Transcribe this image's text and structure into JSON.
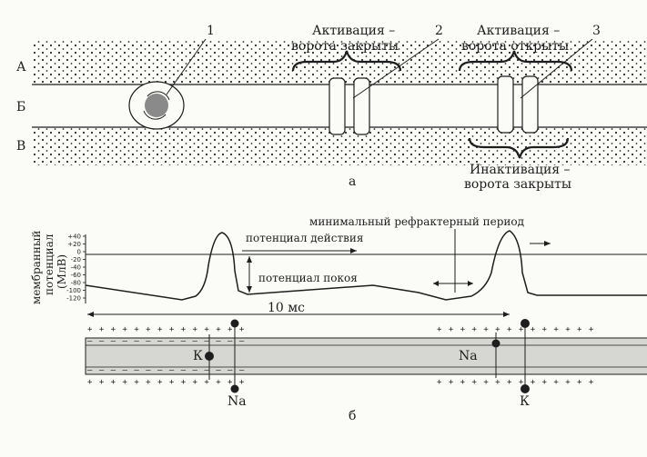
{
  "panel_a": {
    "panel_label": "а",
    "layer_labels": [
      "А",
      "Б",
      "В"
    ],
    "callout_numbers": [
      "1",
      "2",
      "3"
    ],
    "activation_closed": {
      "line1": "Активация –",
      "line2": "ворота закрыты"
    },
    "activation_open": {
      "line1": "Активация –",
      "line2": "ворота открыты"
    },
    "inactivation_closed": {
      "line1": "Инактивация –",
      "line2": "ворота закрыты"
    }
  },
  "panel_b": {
    "panel_label": "б",
    "y_axis_label_line1": "мембранный",
    "y_axis_label_line2": "потенциал",
    "y_axis_label_line3": "(МлВ)",
    "y_ticks": [
      "+40",
      "+20",
      "0",
      "-20",
      "-40",
      "-60",
      "-80",
      "-100",
      "-120"
    ],
    "min_refractory_period": "минимальный рефрактерный период",
    "action_potential": "потенциал действия",
    "resting_potential": "потенциал покоя",
    "time_span": "10 мс",
    "plus_row": "+ + + + + + + + + + + + + +",
    "minus_row": "– – – – – – – – – – – – – –",
    "ion_k": "К",
    "ion_na": "Na"
  },
  "colors": {
    "ink": "#1e1e1e",
    "paper": "#fbfbf8",
    "axon_band": "#d6d6d3"
  }
}
